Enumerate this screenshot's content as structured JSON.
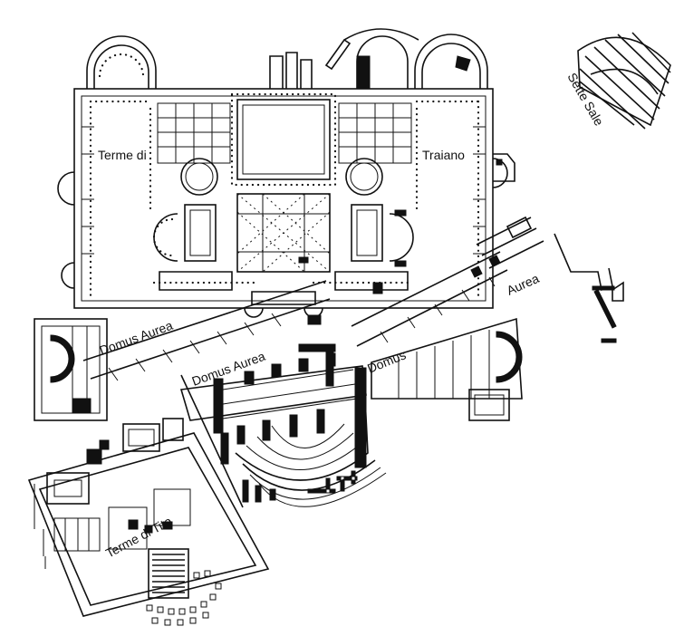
{
  "labels": {
    "terme_di": "Terme di",
    "traiano": "Traiano",
    "domus_aurea_left": "Domus Aurea",
    "domus_aurea_center": "Domus Aurea",
    "domus": "Domus",
    "aurea": "Aurea",
    "sette_sale": "Sette Sale",
    "terme_di_tito": "Terme di Tito"
  },
  "colors": {
    "ink": "#111111",
    "paper": "#ffffff"
  }
}
